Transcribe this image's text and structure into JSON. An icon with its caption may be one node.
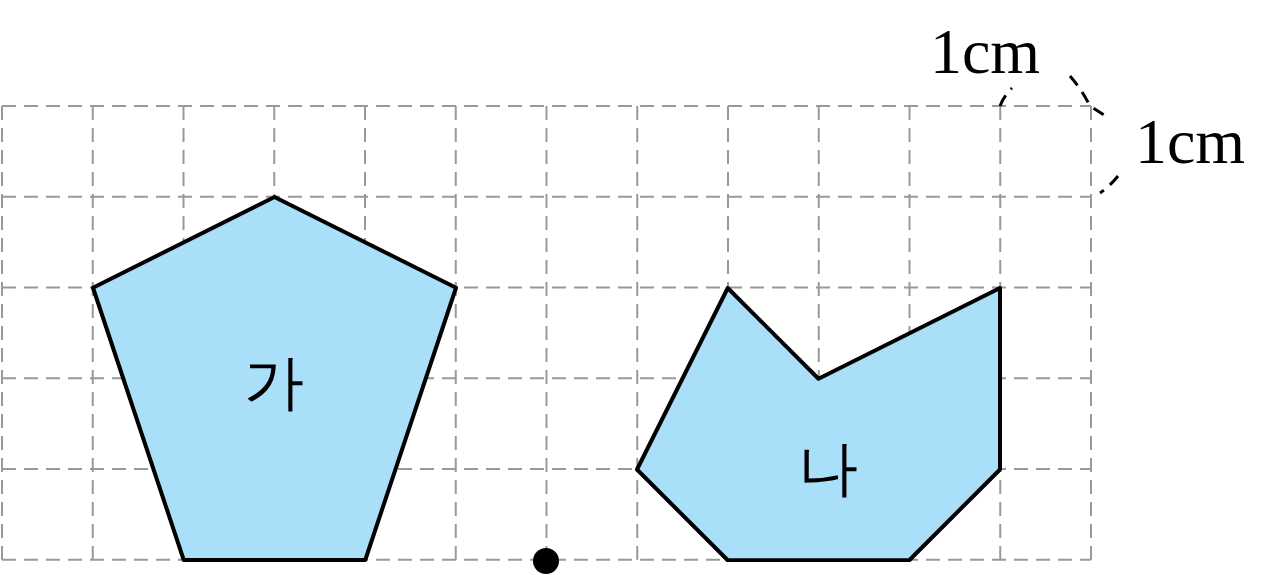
{
  "diagram": {
    "nodes": [
      {
        "text": [
          "가"
        ]
      },
      {
        "text": [
          "나"
        ]
      }
    ],
    "labels": [
      "1cm",
      "1cm"
    ]
  }
}
